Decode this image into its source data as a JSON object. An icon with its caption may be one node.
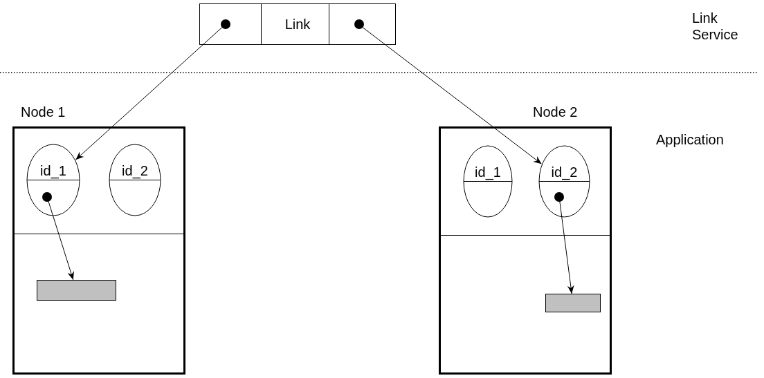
{
  "diagram": {
    "nodes": [
      {
        "text": [
          "Link"
        ]
      },
      {
        "text": [],
        "shape": "box",
        "in": 0
      },
      {
        "text": [],
        "shape": "box",
        "in": 0
      },
      {
        "text": [
          "Node 1"
        ]
      },
      {
        "text": [
          "id_1"
        ],
        "in": 3
      },
      {
        "text": [
          "id_2"
        ],
        "in": 3
      },
      {
        "text": [],
        "shape": "bar",
        "in": 3
      },
      {
        "text": [
          "Node 2"
        ]
      },
      {
        "text": [
          "id_1"
        ],
        "in": 7
      },
      {
        "text": [
          "id_2"
        ],
        "in": 7
      },
      {
        "text": [],
        "shape": "bar",
        "in": 7
      }
    ],
    "edges": [
      {
        "from": 1,
        "to": 4,
        "arrow": "to"
      },
      {
        "from": 2,
        "to": 9,
        "arrow": "to"
      },
      {
        "from": 4,
        "to": 6,
        "arrow": "to"
      },
      {
        "from": 9,
        "to": 10,
        "arrow": "to"
      }
    ],
    "labels": [
      "Link Service",
      "Application"
    ]
  }
}
